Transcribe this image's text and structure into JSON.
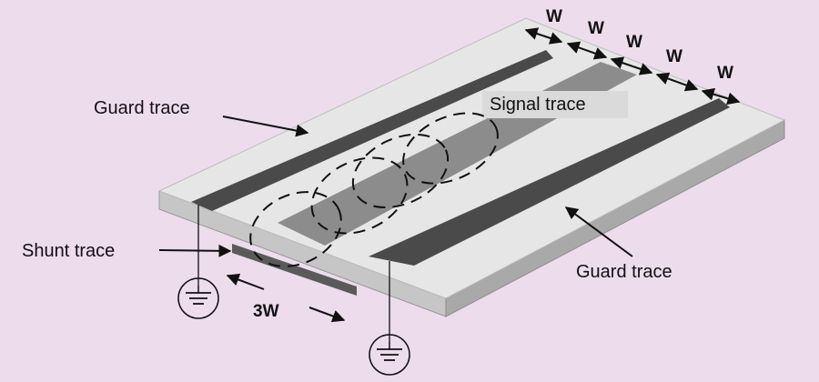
{
  "labels": {
    "guard_trace_top": "Guard trace",
    "guard_trace_bottom": "Guard trace",
    "signal_trace": "Signal trace",
    "shunt_trace": "Shunt trace",
    "spacing_3w": "3W"
  },
  "spacing_labels": [
    "W",
    "W",
    "W",
    "W",
    "W"
  ],
  "colors": {
    "background": "#ecdcec",
    "board_top": "#e4e4e4",
    "board_front": "#c6c6c6",
    "board_side": "#a9a9a9",
    "guard_trace": "#4a4a4a",
    "signal_trace": "#8a8a8a"
  },
  "icons": [
    "ground-symbol-icon",
    "ground-symbol-icon"
  ]
}
